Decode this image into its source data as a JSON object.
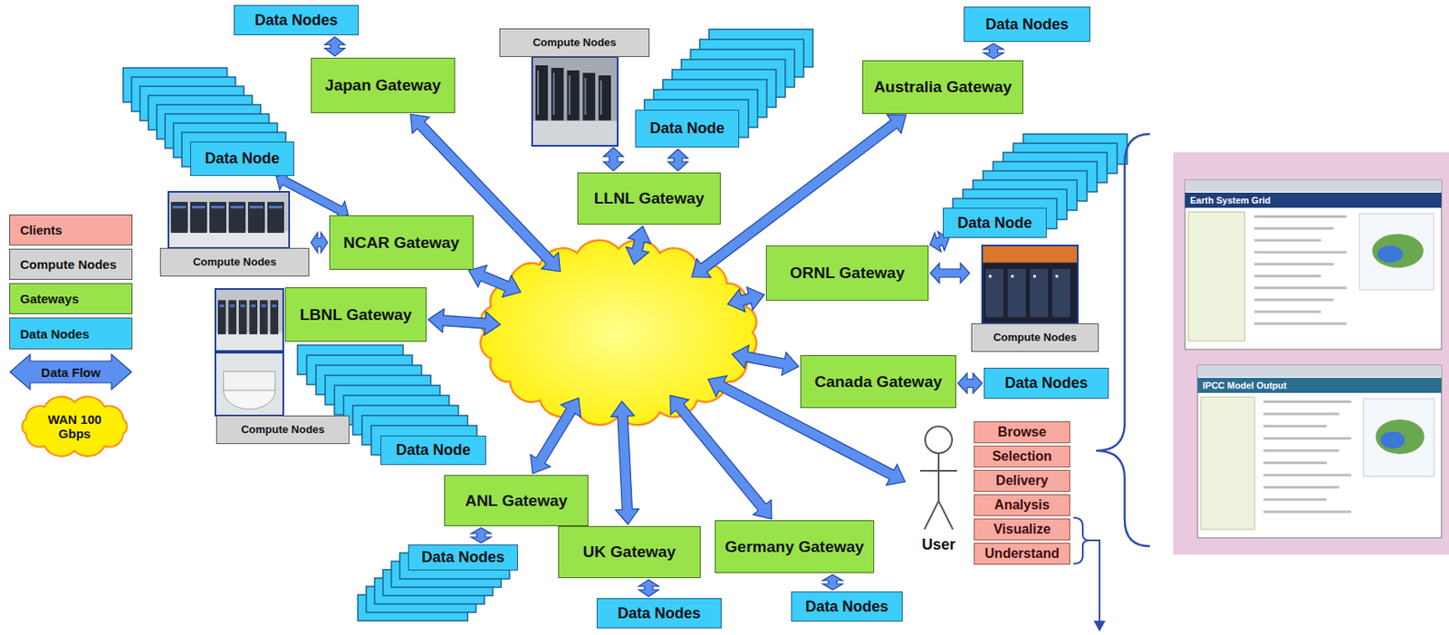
{
  "diagram": {
    "nodes": [
      {
        "text": [
          "Data Nodes"
        ]
      },
      {
        "text": [
          "Japan Gateway"
        ]
      },
      {
        "text": [
          "Compute Nodes"
        ]
      },
      {
        "text": [
          "Data Nodes"
        ]
      },
      {
        "text": [
          "Australia Gateway"
        ]
      },
      {
        "text": [
          "Data Node"
        ]
      },
      {
        "text": [
          "Data Node"
        ]
      },
      {
        "text": [
          "LLNL Gateway"
        ]
      },
      {
        "text": [
          "NCAR Gateway"
        ]
      },
      {
        "text": [
          "Compute Nodes"
        ]
      },
      {
        "text": [
          "Data Node"
        ]
      },
      {
        "text": [
          "ORNL Gateway"
        ]
      },
      {
        "text": [
          "LBNL Gateway"
        ]
      },
      {
        "text": [
          "Compute Nodes"
        ]
      },
      {
        "text": [
          "Canada Gateway"
        ]
      },
      {
        "text": [
          "Data Nodes"
        ]
      },
      {
        "text": [
          "Compute Nodes"
        ]
      },
      {
        "text": [
          "Data Node"
        ]
      },
      {
        "text": [
          "ANL Gateway"
        ]
      },
      {
        "text": [
          "Data Nodes"
        ]
      },
      {
        "text": [
          "UK Gateway"
        ]
      },
      {
        "text": [
          "Data Nodes"
        ]
      },
      {
        "text": [
          "Germany Gateway"
        ]
      },
      {
        "text": [
          "Data Nodes"
        ]
      },
      {
        "text": [
          "Browse"
        ]
      },
      {
        "text": [
          "Selection"
        ]
      },
      {
        "text": [
          "Delivery"
        ]
      },
      {
        "text": [
          "Analysis"
        ]
      },
      {
        "text": [
          "Visualize"
        ]
      },
      {
        "text": [
          "Understand"
        ]
      }
    ],
    "edges": [
      {
        "from": 0,
        "to": 1,
        "arrow": "both"
      },
      {
        "from": 2,
        "to": 7,
        "arrow": "both"
      },
      {
        "from": 5,
        "to": 7,
        "arrow": "both"
      },
      {
        "from": 3,
        "to": 4,
        "arrow": "both"
      },
      {
        "from": 6,
        "to": 8,
        "arrow": "both"
      },
      {
        "from": 9,
        "to": 8,
        "arrow": "both"
      },
      {
        "from": 10,
        "to": 11,
        "arrow": "both"
      },
      {
        "from": 11,
        "to": 13,
        "arrow": "both"
      },
      {
        "from": 14,
        "to": 15,
        "arrow": "both"
      },
      {
        "from": 18,
        "to": 19,
        "arrow": "both"
      },
      {
        "from": 20,
        "to": 21,
        "arrow": "both"
      },
      {
        "from": 22,
        "to": 23,
        "arrow": "both"
      }
    ],
    "labels": [
      "User",
      "Earth System Grid",
      "IPCC Model Output"
    ],
    "legend": [
      {
        "text": "Clients",
        "color": "#f8a9a0"
      },
      {
        "text": "Compute Nodes",
        "color": "#d3d3d3"
      },
      {
        "text": "Gateways",
        "color": "#99e34a"
      },
      {
        "text": "Data Nodes",
        "color": "#3ccdfb"
      },
      {
        "text": "Data Flow"
      },
      {
        "text": "WAN 100 Gbps"
      }
    ]
  }
}
